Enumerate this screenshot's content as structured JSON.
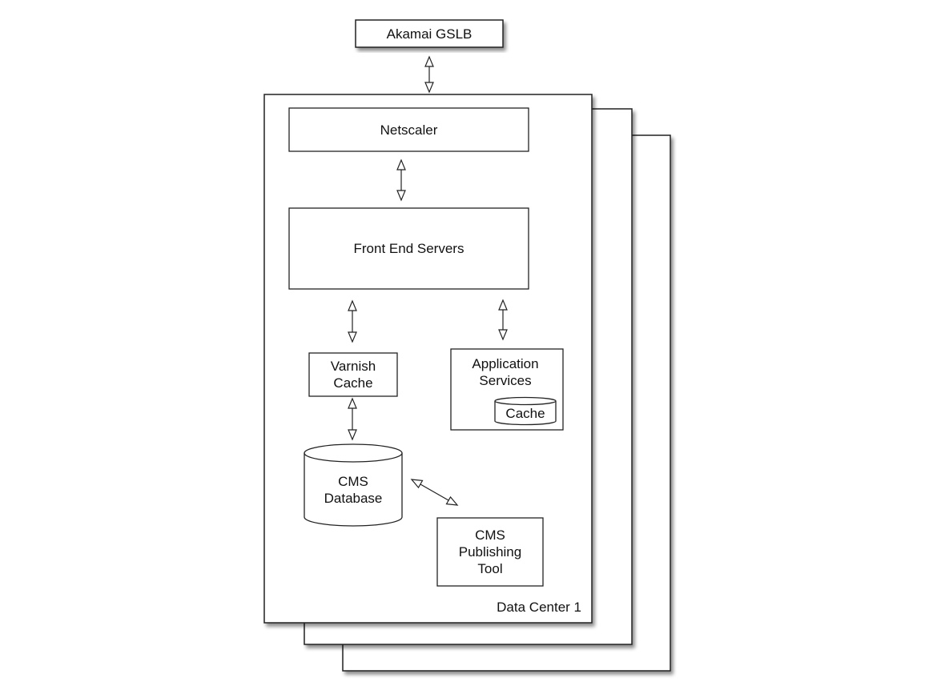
{
  "colors": {
    "stroke": "#222222",
    "fill": "#ffffff",
    "shadow": "#666666",
    "text": "#111111"
  },
  "nodes": {
    "akamai": "Akamai GSLB",
    "netscaler": "Netscaler",
    "front_end": "Front End Servers",
    "varnish": [
      "Varnish",
      "Cache"
    ],
    "app_services": [
      "Application",
      "Services"
    ],
    "app_cache": "Cache",
    "cms_db": [
      "CMS",
      "Database"
    ],
    "cms_tool": [
      "CMS",
      "Publishing",
      "Tool"
    ]
  },
  "data_center_label": "Data Center 1",
  "connections": [
    {
      "from": "akamai",
      "to": "data-center",
      "bidirectional": true
    },
    {
      "from": "netscaler",
      "to": "front_end",
      "bidirectional": true
    },
    {
      "from": "front_end",
      "to": "varnish",
      "bidirectional": true
    },
    {
      "from": "front_end",
      "to": "app_services",
      "bidirectional": true
    },
    {
      "from": "varnish",
      "to": "cms_db",
      "bidirectional": true
    },
    {
      "from": "cms_db",
      "to": "cms_tool",
      "bidirectional": true
    }
  ]
}
